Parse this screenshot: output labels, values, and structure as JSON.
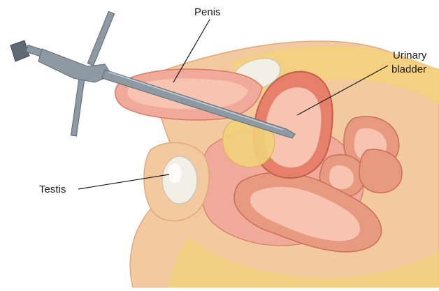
{
  "labels": {
    "penis": "Penis",
    "urinary_bladder_line1": "Urinary",
    "urinary_bladder_line2": "bladder",
    "testis": "Testis"
  },
  "colors": {
    "background": "#ffffff",
    "skin": "#f3c9a0",
    "fat": "#f2d27a",
    "muscle": "#e89a80",
    "tissue_pink": "#f1a99a",
    "bladder_wall": "#e6806a",
    "bladder_lumen": "#f6c4b0",
    "testis": "#f2efe6",
    "instrument": "#8d99a3",
    "instrument_dark": "#5e6a74",
    "leader_line": "#1a1a1a"
  },
  "icons": {
    "instrument": "cystoscope-icon"
  }
}
